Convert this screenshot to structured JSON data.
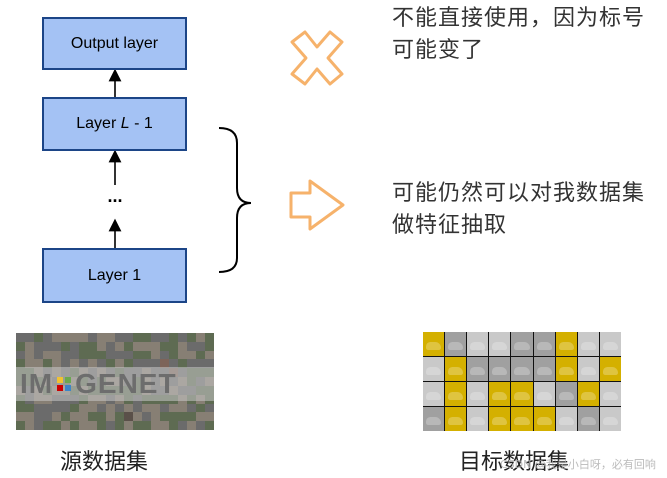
{
  "diagram": {
    "output_layer": "Output layer",
    "layer_l_prefix": "Layer ",
    "layer_l_var": "L",
    "layer_l_suffix": " - 1",
    "ellipsis": "...",
    "layer_1": "Layer 1"
  },
  "notes": {
    "top": "不能直接使用，因为标号可能变了",
    "middle": "可能仍然可以对我数据集做特征抽取"
  },
  "datasets": {
    "source_caption": "源数据集",
    "target_caption": "目标数据集",
    "imagenet_logo_left": "IM",
    "imagenet_logo_right": "GENET"
  },
  "watermark": "CSDN @我是小白呀，必有回响",
  "colors": {
    "box_fill": "#a4c2f4",
    "box_border": "#1c4587",
    "accent_orange": "#f6b26b",
    "text_dark": "#333333"
  },
  "icons": [
    "cross-mark-icon",
    "right-arrow-icon",
    "curly-brace-icon",
    "up-arrow-icon"
  ]
}
